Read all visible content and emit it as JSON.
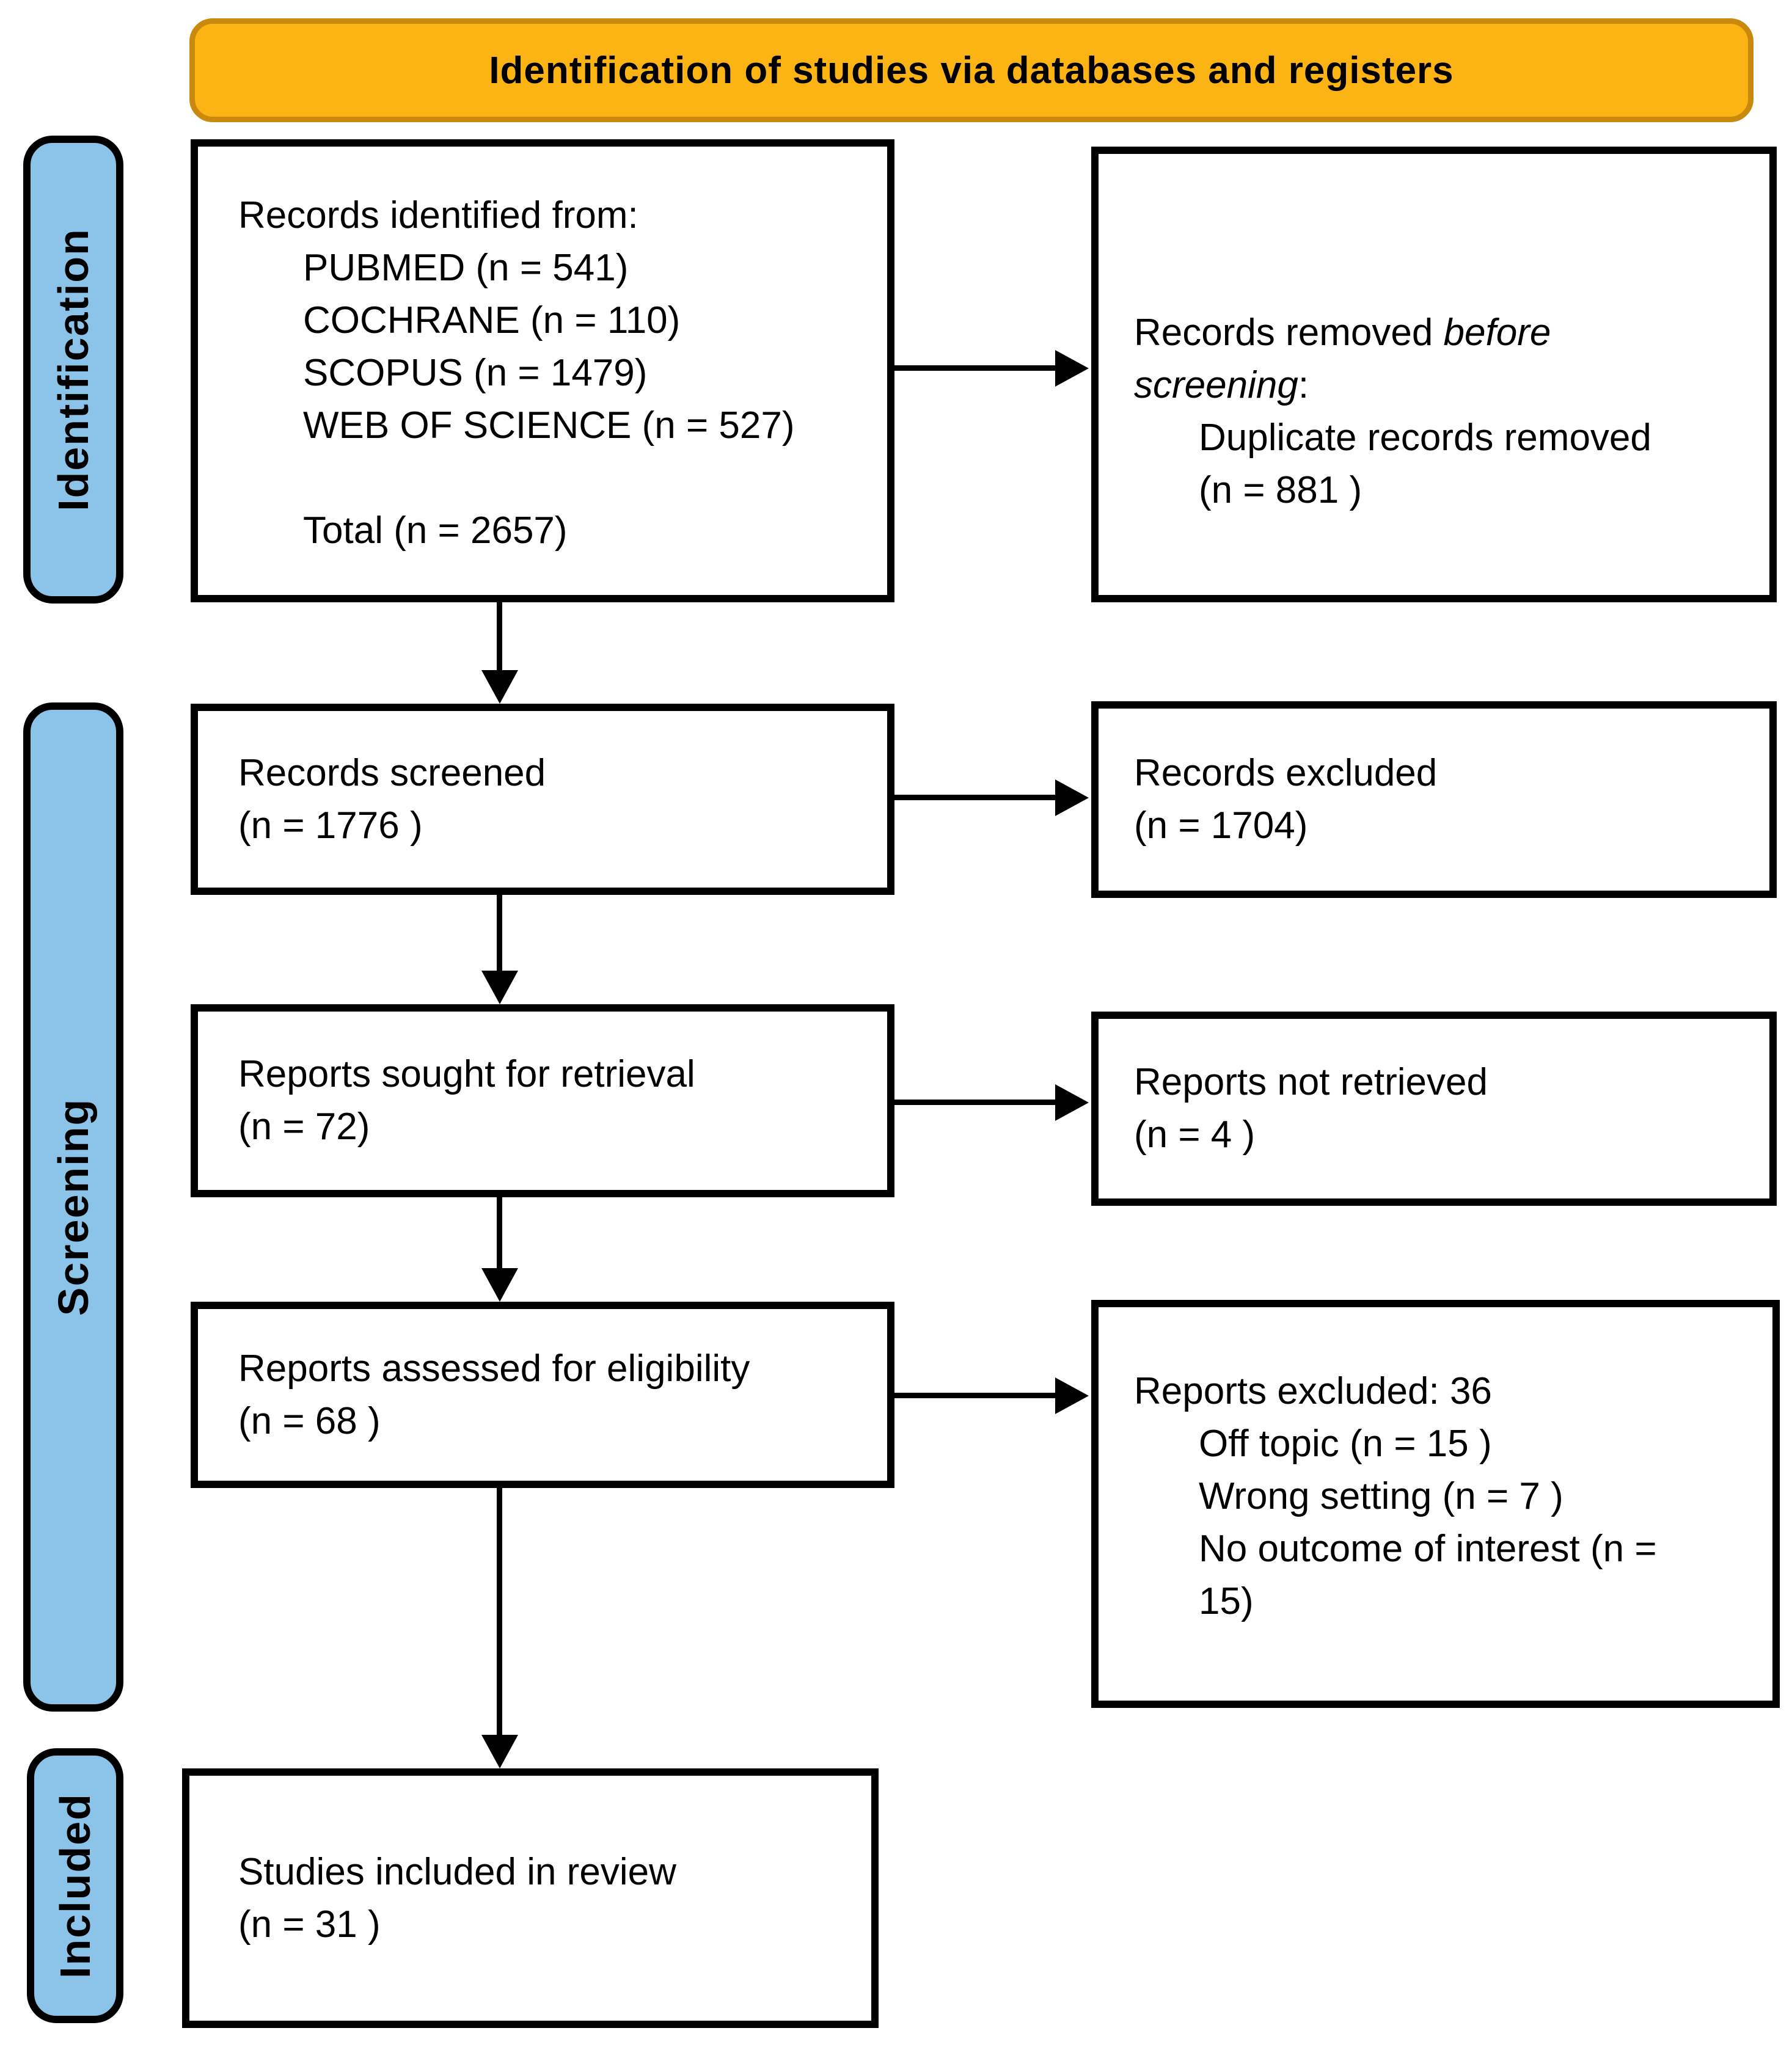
{
  "colors": {
    "banner_fill": "#FBB414",
    "banner_border": "#C9890D",
    "sidebar_fill": "#8CC3E8",
    "box_border": "#000000",
    "text": "#000000"
  },
  "banner": {
    "title": "Identification of studies via databases and registers"
  },
  "sidebar": {
    "identification": "Identification",
    "screening": "Screening",
    "included": "Included"
  },
  "boxes": {
    "identified": {
      "title": "Records identified from:",
      "sources": [
        "PUBMED (n = 541)",
        "COCHRANE (n = 110)",
        "SCOPUS (n = 1479)",
        "WEB OF SCIENCE (n = 527)"
      ],
      "total": "Total (n = 2657)"
    },
    "removed": {
      "prefix": "Records removed ",
      "italic": "before screening",
      "suffix": ":",
      "detail": "Duplicate records removed (n = 881 )"
    },
    "screened": {
      "line1": "Records screened",
      "line2": "(n = 1776 )"
    },
    "records_excluded": {
      "line1": "Records excluded",
      "line2": "(n = 1704)"
    },
    "sought": {
      "line1": "Reports sought for retrieval",
      "line2": "(n = 72)"
    },
    "not_retrieved": {
      "line1": "Reports not retrieved",
      "line2": "(n = 4 )"
    },
    "assessed": {
      "line1": "Reports assessed for eligibility",
      "line2": "(n = 68 )"
    },
    "reports_excluded": {
      "title": "Reports excluded: 36",
      "reasons": [
        "Off topic (n = 15 )",
        "Wrong setting (n = 7 )",
        "No outcome of interest (n = 15)"
      ]
    },
    "included": {
      "line1": "Studies included in review",
      "line2": "(n = 31 )"
    }
  }
}
